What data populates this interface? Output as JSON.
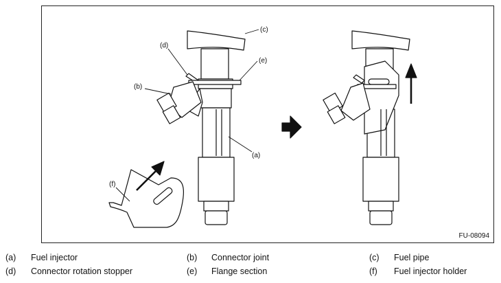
{
  "figure": {
    "code": "FU-08094",
    "callouts": {
      "a": "(a)",
      "b": "(b)",
      "c": "(c)",
      "d": "(d)",
      "e": "(e)",
      "f": "(f)"
    }
  },
  "legend": [
    {
      "key": "(a)",
      "label": "Fuel injector"
    },
    {
      "key": "(b)",
      "label": "Connector joint"
    },
    {
      "key": "(c)",
      "label": "Fuel pipe"
    },
    {
      "key": "(d)",
      "label": "Connector rotation stopper"
    },
    {
      "key": "(e)",
      "label": "Flange section"
    },
    {
      "key": "(f)",
      "label": "Fuel injector holder"
    }
  ]
}
